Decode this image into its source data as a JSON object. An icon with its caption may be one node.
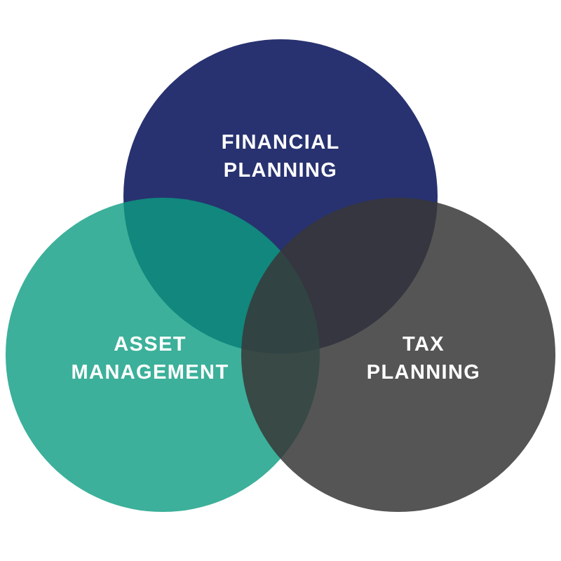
{
  "diagram": {
    "nodes": [
      {
        "text": [
          "FINANCIAL PLANNING"
        ]
      },
      {
        "text": [
          "ASSET MANAGEMENT"
        ]
      },
      {
        "text": [
          "TAX PLANNING"
        ]
      }
    ]
  }
}
